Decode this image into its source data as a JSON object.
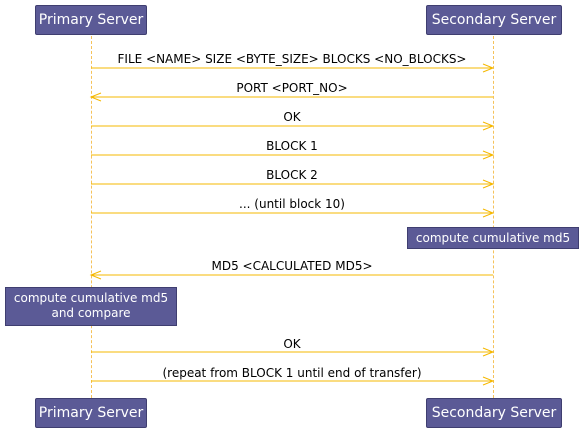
{
  "participants": {
    "primary": "Primary Server",
    "secondary": "Secondary Server"
  },
  "messages": [
    {
      "label": "FILE <NAME> SIZE <BYTE_SIZE> BLOCKS <NO_BLOCKS>",
      "direction": "to-secondary"
    },
    {
      "label": "PORT <PORT_NO>",
      "direction": "to-primary"
    },
    {
      "label": "OK",
      "direction": "to-secondary"
    },
    {
      "label": "BLOCK 1",
      "direction": "to-secondary"
    },
    {
      "label": "BLOCK 2",
      "direction": "to-secondary"
    },
    {
      "label": "... (until block 10)",
      "direction": "to-secondary"
    },
    {
      "label": "MD5 <CALCULATED MD5>",
      "direction": "to-primary"
    },
    {
      "label": "OK",
      "direction": "to-secondary"
    },
    {
      "label": "(repeat from BLOCK 1 until end of transfer)",
      "direction": "to-secondary"
    }
  ],
  "notes": {
    "secondary_note": "compute cumulative md5",
    "primary_note_line1": "compute cumulative md5",
    "primary_note_line2": "and compare"
  },
  "colors": {
    "participant_fill": "#5b5a96",
    "arrow": "#f5b800",
    "lifeline": "#f5c25a"
  }
}
